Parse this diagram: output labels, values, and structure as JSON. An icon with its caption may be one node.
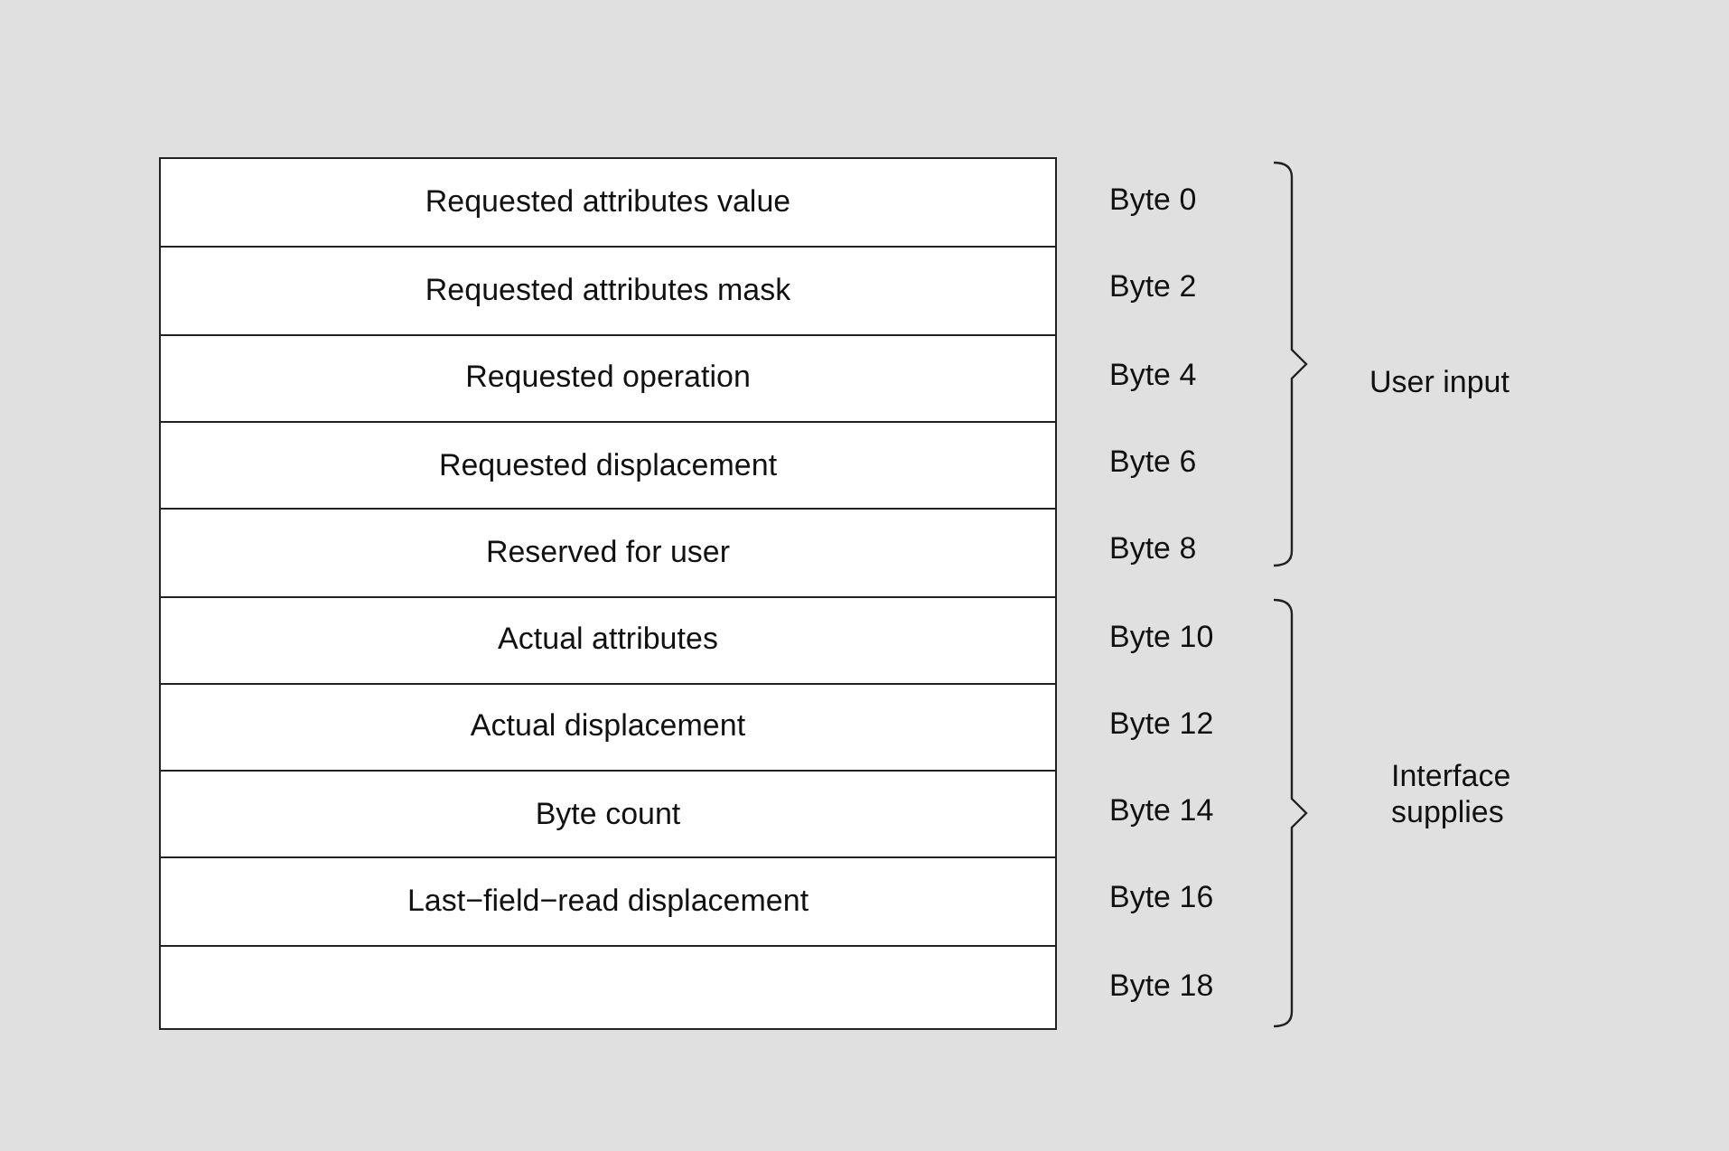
{
  "diagram": {
    "labels": [
      "Requested attributes value",
      "Byte 0",
      "Requested attributes mask",
      "Byte 2",
      "Requested operation",
      "Byte 4",
      "Requested displacement",
      "Byte 6",
      "Reserved for user",
      "Byte 8",
      "Actual attributes",
      "Byte 10",
      "Actual displacement",
      "Byte 12",
      "Byte count",
      "Byte 14",
      "Last−field−read displacement",
      "Byte 16",
      "Byte 18",
      "User input",
      "Interface supplies"
    ]
  }
}
